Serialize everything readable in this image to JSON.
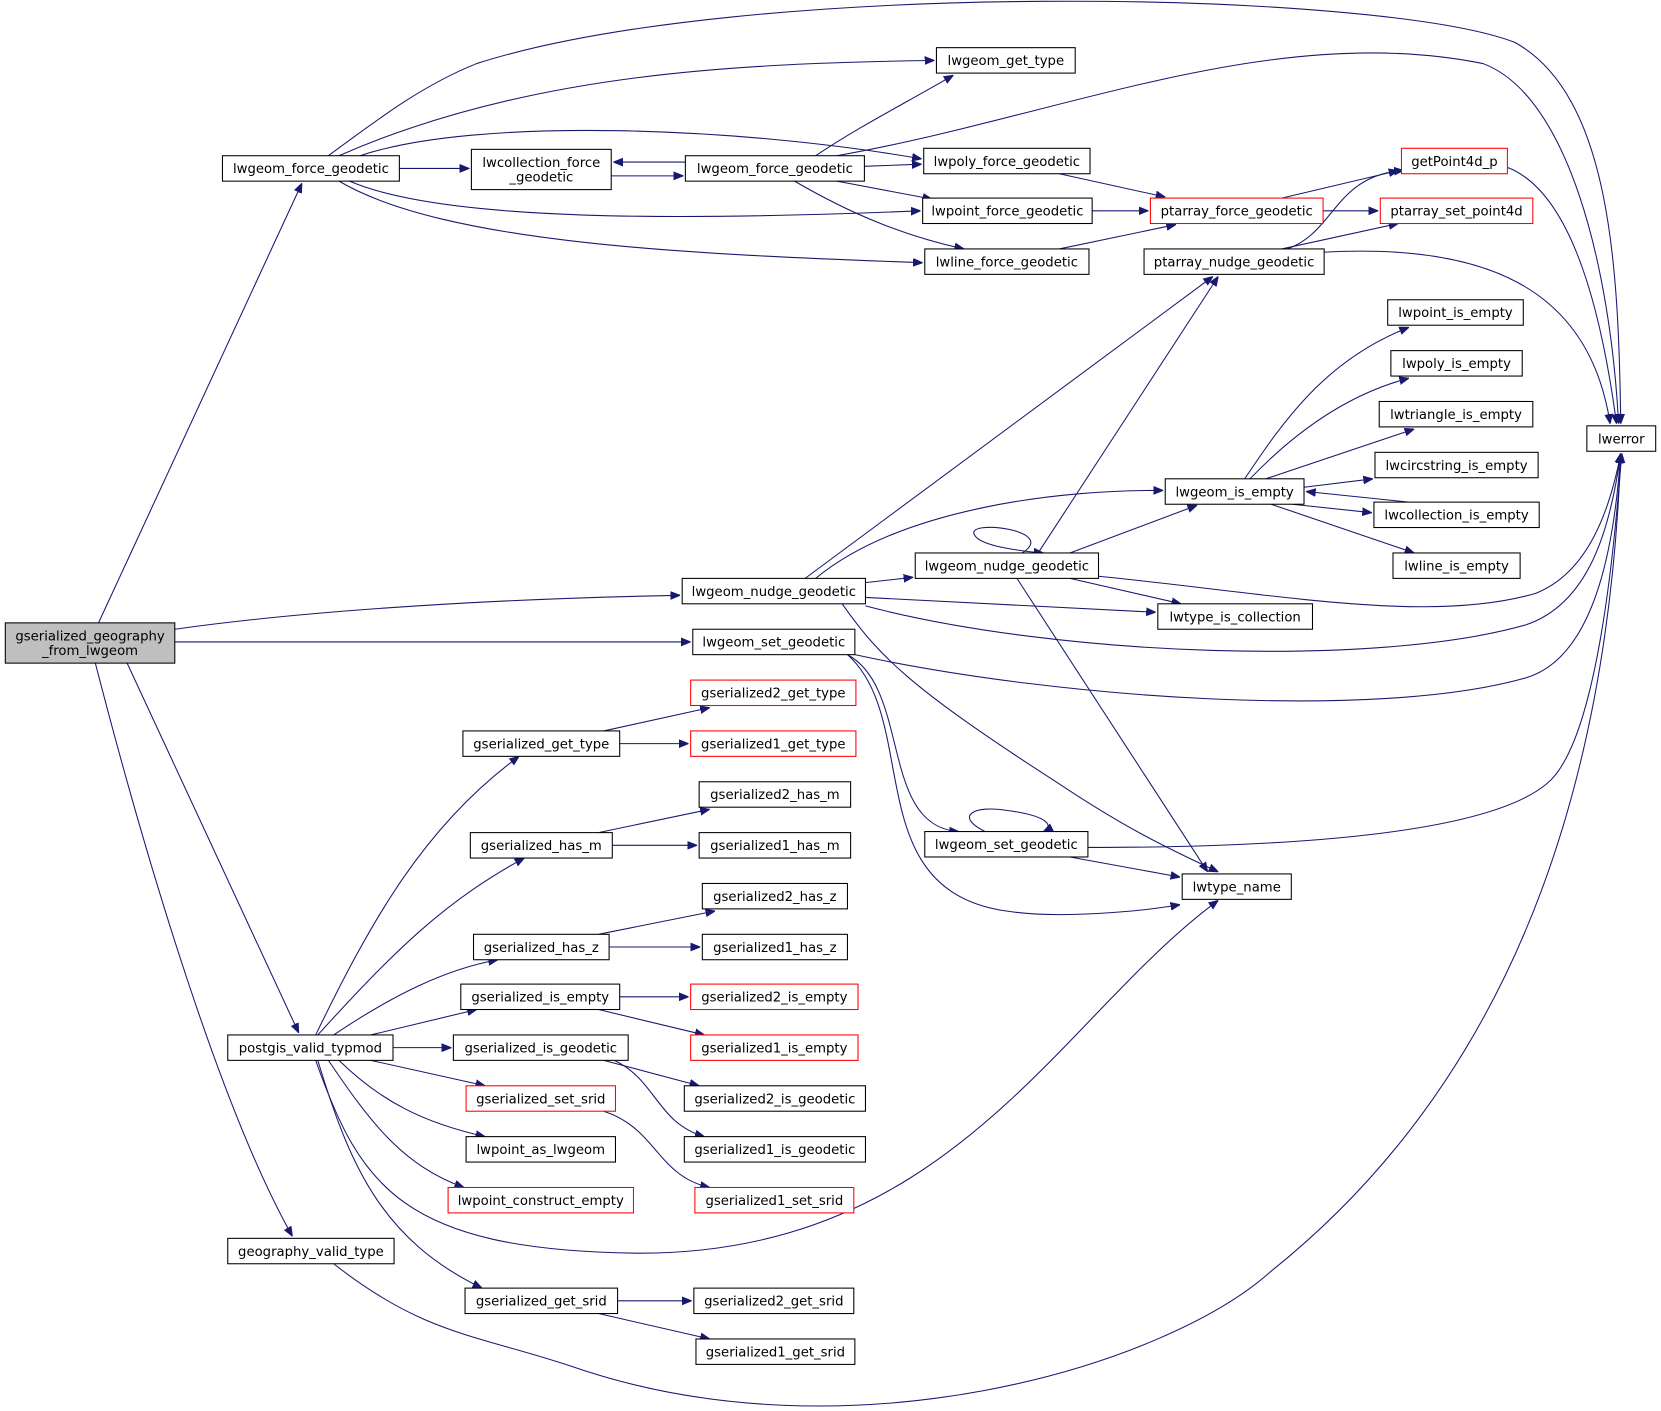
{
  "graph": {
    "type": "call-graph",
    "edge_color": "#191970",
    "external_node_border": "#ff0000",
    "root_fill": "#bfbfbf",
    "nodes": {
      "root": {
        "label": [
          "gserialized_geography",
          "_from_lwgeom"
        ],
        "kind": "root"
      },
      "lwgeom_force_geodetic": {
        "label": [
          "lwgeom_force_geodetic"
        ],
        "kind": "normal"
      },
      "lwcollection_force_geodetic": {
        "label": [
          "lwcollection_force",
          "_geodetic"
        ],
        "kind": "normal"
      },
      "lwgeom_force_geodetic2": {
        "label": [
          "lwgeom_force_geodetic"
        ],
        "kind": "normal"
      },
      "lwgeom_get_type": {
        "label": [
          "lwgeom_get_type"
        ],
        "kind": "normal"
      },
      "lwpoly_force_geodetic": {
        "label": [
          "lwpoly_force_geodetic"
        ],
        "kind": "normal"
      },
      "lwpoint_force_geodetic": {
        "label": [
          "lwpoint_force_geodetic"
        ],
        "kind": "normal"
      },
      "lwline_force_geodetic": {
        "label": [
          "lwline_force_geodetic"
        ],
        "kind": "normal"
      },
      "ptarray_force_geodetic": {
        "label": [
          "ptarray_force_geodetic"
        ],
        "kind": "external"
      },
      "ptarray_nudge_geodetic": {
        "label": [
          "ptarray_nudge_geodetic"
        ],
        "kind": "normal"
      },
      "getPoint4d_p": {
        "label": [
          "getPoint4d_p"
        ],
        "kind": "external"
      },
      "ptarray_set_point4d": {
        "label": [
          "ptarray_set_point4d"
        ],
        "kind": "external"
      },
      "lwerror": {
        "label": [
          "lwerror"
        ],
        "kind": "normal"
      },
      "lwpoint_is_empty": {
        "label": [
          "lwpoint_is_empty"
        ],
        "kind": "normal"
      },
      "lwpoly_is_empty": {
        "label": [
          "lwpoly_is_empty"
        ],
        "kind": "normal"
      },
      "lwtriangle_is_empty": {
        "label": [
          "lwtriangle_is_empty"
        ],
        "kind": "normal"
      },
      "lwcircstring_is_empty": {
        "label": [
          "lwcircstring_is_empty"
        ],
        "kind": "normal"
      },
      "lwcollection_is_empty": {
        "label": [
          "lwcollection_is_empty"
        ],
        "kind": "normal"
      },
      "lwline_is_empty": {
        "label": [
          "lwline_is_empty"
        ],
        "kind": "normal"
      },
      "lwgeom_is_empty": {
        "label": [
          "lwgeom_is_empty"
        ],
        "kind": "normal"
      },
      "lwgeom_nudge_geodetic": {
        "label": [
          "lwgeom_nudge_geodetic"
        ],
        "kind": "normal"
      },
      "lwgeom_nudge_geodetic2": {
        "label": [
          "lwgeom_nudge_geodetic"
        ],
        "kind": "normal"
      },
      "lwtype_is_collection": {
        "label": [
          "lwtype_is_collection"
        ],
        "kind": "normal"
      },
      "lwgeom_set_geodetic": {
        "label": [
          "lwgeom_set_geodetic"
        ],
        "kind": "normal"
      },
      "lwgeom_set_geodetic2": {
        "label": [
          "lwgeom_set_geodetic"
        ],
        "kind": "normal"
      },
      "lwtype_name": {
        "label": [
          "lwtype_name"
        ],
        "kind": "normal"
      },
      "gserialized2_get_type": {
        "label": [
          "gserialized2_get_type"
        ],
        "kind": "external"
      },
      "gserialized1_get_type": {
        "label": [
          "gserialized1_get_type"
        ],
        "kind": "external"
      },
      "gserialized_get_type": {
        "label": [
          "gserialized_get_type"
        ],
        "kind": "normal"
      },
      "gserialized2_has_m": {
        "label": [
          "gserialized2_has_m"
        ],
        "kind": "normal"
      },
      "gserialized1_has_m": {
        "label": [
          "gserialized1_has_m"
        ],
        "kind": "normal"
      },
      "gserialized_has_m": {
        "label": [
          "gserialized_has_m"
        ],
        "kind": "normal"
      },
      "gserialized2_has_z": {
        "label": [
          "gserialized2_has_z"
        ],
        "kind": "normal"
      },
      "gserialized1_has_z": {
        "label": [
          "gserialized1_has_z"
        ],
        "kind": "normal"
      },
      "gserialized_has_z": {
        "label": [
          "gserialized_has_z"
        ],
        "kind": "normal"
      },
      "gserialized_is_empty": {
        "label": [
          "gserialized_is_empty"
        ],
        "kind": "normal"
      },
      "gserialized2_is_empty": {
        "label": [
          "gserialized2_is_empty"
        ],
        "kind": "external"
      },
      "gserialized1_is_empty": {
        "label": [
          "gserialized1_is_empty"
        ],
        "kind": "external"
      },
      "postgis_valid_typmod": {
        "label": [
          "postgis_valid_typmod"
        ],
        "kind": "normal"
      },
      "gserialized_is_geodetic": {
        "label": [
          "gserialized_is_geodetic"
        ],
        "kind": "normal"
      },
      "gserialized2_is_geodetic": {
        "label": [
          "gserialized2_is_geodetic"
        ],
        "kind": "normal"
      },
      "gserialized1_is_geodetic": {
        "label": [
          "gserialized1_is_geodetic"
        ],
        "kind": "normal"
      },
      "gserialized_set_srid": {
        "label": [
          "gserialized_set_srid"
        ],
        "kind": "external"
      },
      "gserialized1_set_srid": {
        "label": [
          "gserialized1_set_srid"
        ],
        "kind": "external"
      },
      "lwpoint_as_lwgeom": {
        "label": [
          "lwpoint_as_lwgeom"
        ],
        "kind": "normal"
      },
      "lwpoint_construct_empty": {
        "label": [
          "lwpoint_construct_empty"
        ],
        "kind": "external"
      },
      "geography_valid_type": {
        "label": [
          "geography_valid_type"
        ],
        "kind": "normal"
      },
      "gserialized_get_srid": {
        "label": [
          "gserialized_get_srid"
        ],
        "kind": "normal"
      },
      "gserialized2_get_srid": {
        "label": [
          "gserialized2_get_srid"
        ],
        "kind": "normal"
      },
      "gserialized1_get_srid": {
        "label": [
          "gserialized1_get_srid"
        ],
        "kind": "normal"
      }
    }
  }
}
